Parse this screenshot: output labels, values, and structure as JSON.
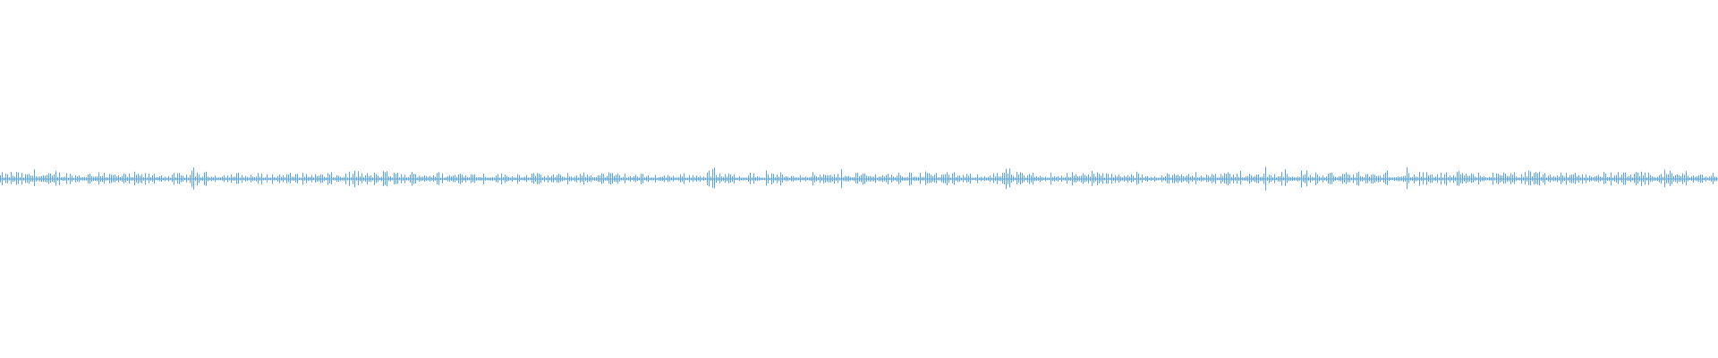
{
  "waveform": {
    "color": "#5aa5e0",
    "background": "#ffffff",
    "amplitude_profile": [
      0.55,
      0.7,
      0.5,
      0.85,
      0.6,
      0.5,
      0.65,
      0.55,
      0.5,
      0.6,
      0.9,
      0.55,
      0.5,
      0.45,
      0.6,
      0.5,
      0.55,
      0.45,
      0.5,
      0.45,
      0.95,
      0.6,
      0.55,
      0.5,
      0.55,
      0.45,
      0.5,
      0.5,
      0.45,
      0.6,
      0.55,
      0.5,
      0.6,
      0.5,
      0.55,
      0.5,
      0.6,
      0.75,
      0.55,
      0.6,
      0.7,
      0.6,
      0.55,
      0.65,
      0.7,
      0.6,
      0.5,
      0.55,
      0.8,
      0.6,
      0.55,
      0.5,
      0.5,
      0.45,
      0.6,
      0.55,
      0.5,
      0.5,
      0.45,
      0.5,
      0.55,
      0.6,
      0.65,
      0.6,
      0.55,
      0.5,
      0.5,
      0.45,
      0.45,
      0.4,
      0.45,
      0.5,
      0.45,
      0.5,
      0.95,
      0.6,
      0.5,
      0.5,
      0.55,
      0.45,
      0.5,
      0.55,
      0.5,
      0.45,
      0.6,
      0.55,
      0.5,
      0.55,
      0.8,
      0.65,
      0.6,
      0.55,
      0.65,
      0.6,
      0.55,
      0.6,
      0.75,
      0.7,
      0.6,
      0.55,
      0.5,
      0.45,
      0.5,
      0.55,
      0.6,
      0.9,
      0.6,
      0.5,
      0.55,
      0.5,
      0.6,
      0.55,
      0.5,
      0.6,
      0.9,
      0.55,
      0.5,
      0.45,
      0.5,
      0.45,
      0.45,
      0.5,
      0.55,
      0.5,
      0.6,
      0.65,
      0.55,
      0.5,
      0.7,
      0.65,
      0.6,
      0.55,
      0.8,
      0.6,
      0.7,
      0.65,
      0.75,
      0.6,
      0.55,
      0.6,
      0.6,
      0.55,
      0.65,
      0.6,
      0.55,
      0.55,
      0.7,
      0.65,
      0.6,
      0.55,
      0.5,
      0.55,
      0.6,
      0.55,
      0.6,
      0.5,
      0.55,
      0.6,
      0.65,
      0.6,
      0.7,
      0.75,
      0.6,
      0.55,
      0.6,
      0.55,
      0.6,
      0.7,
      0.65,
      0.6,
      0.55,
      0.6,
      0.55,
      0.6,
      0.75,
      0.9,
      0.65,
      0.6,
      0.55,
      0.6
    ]
  }
}
